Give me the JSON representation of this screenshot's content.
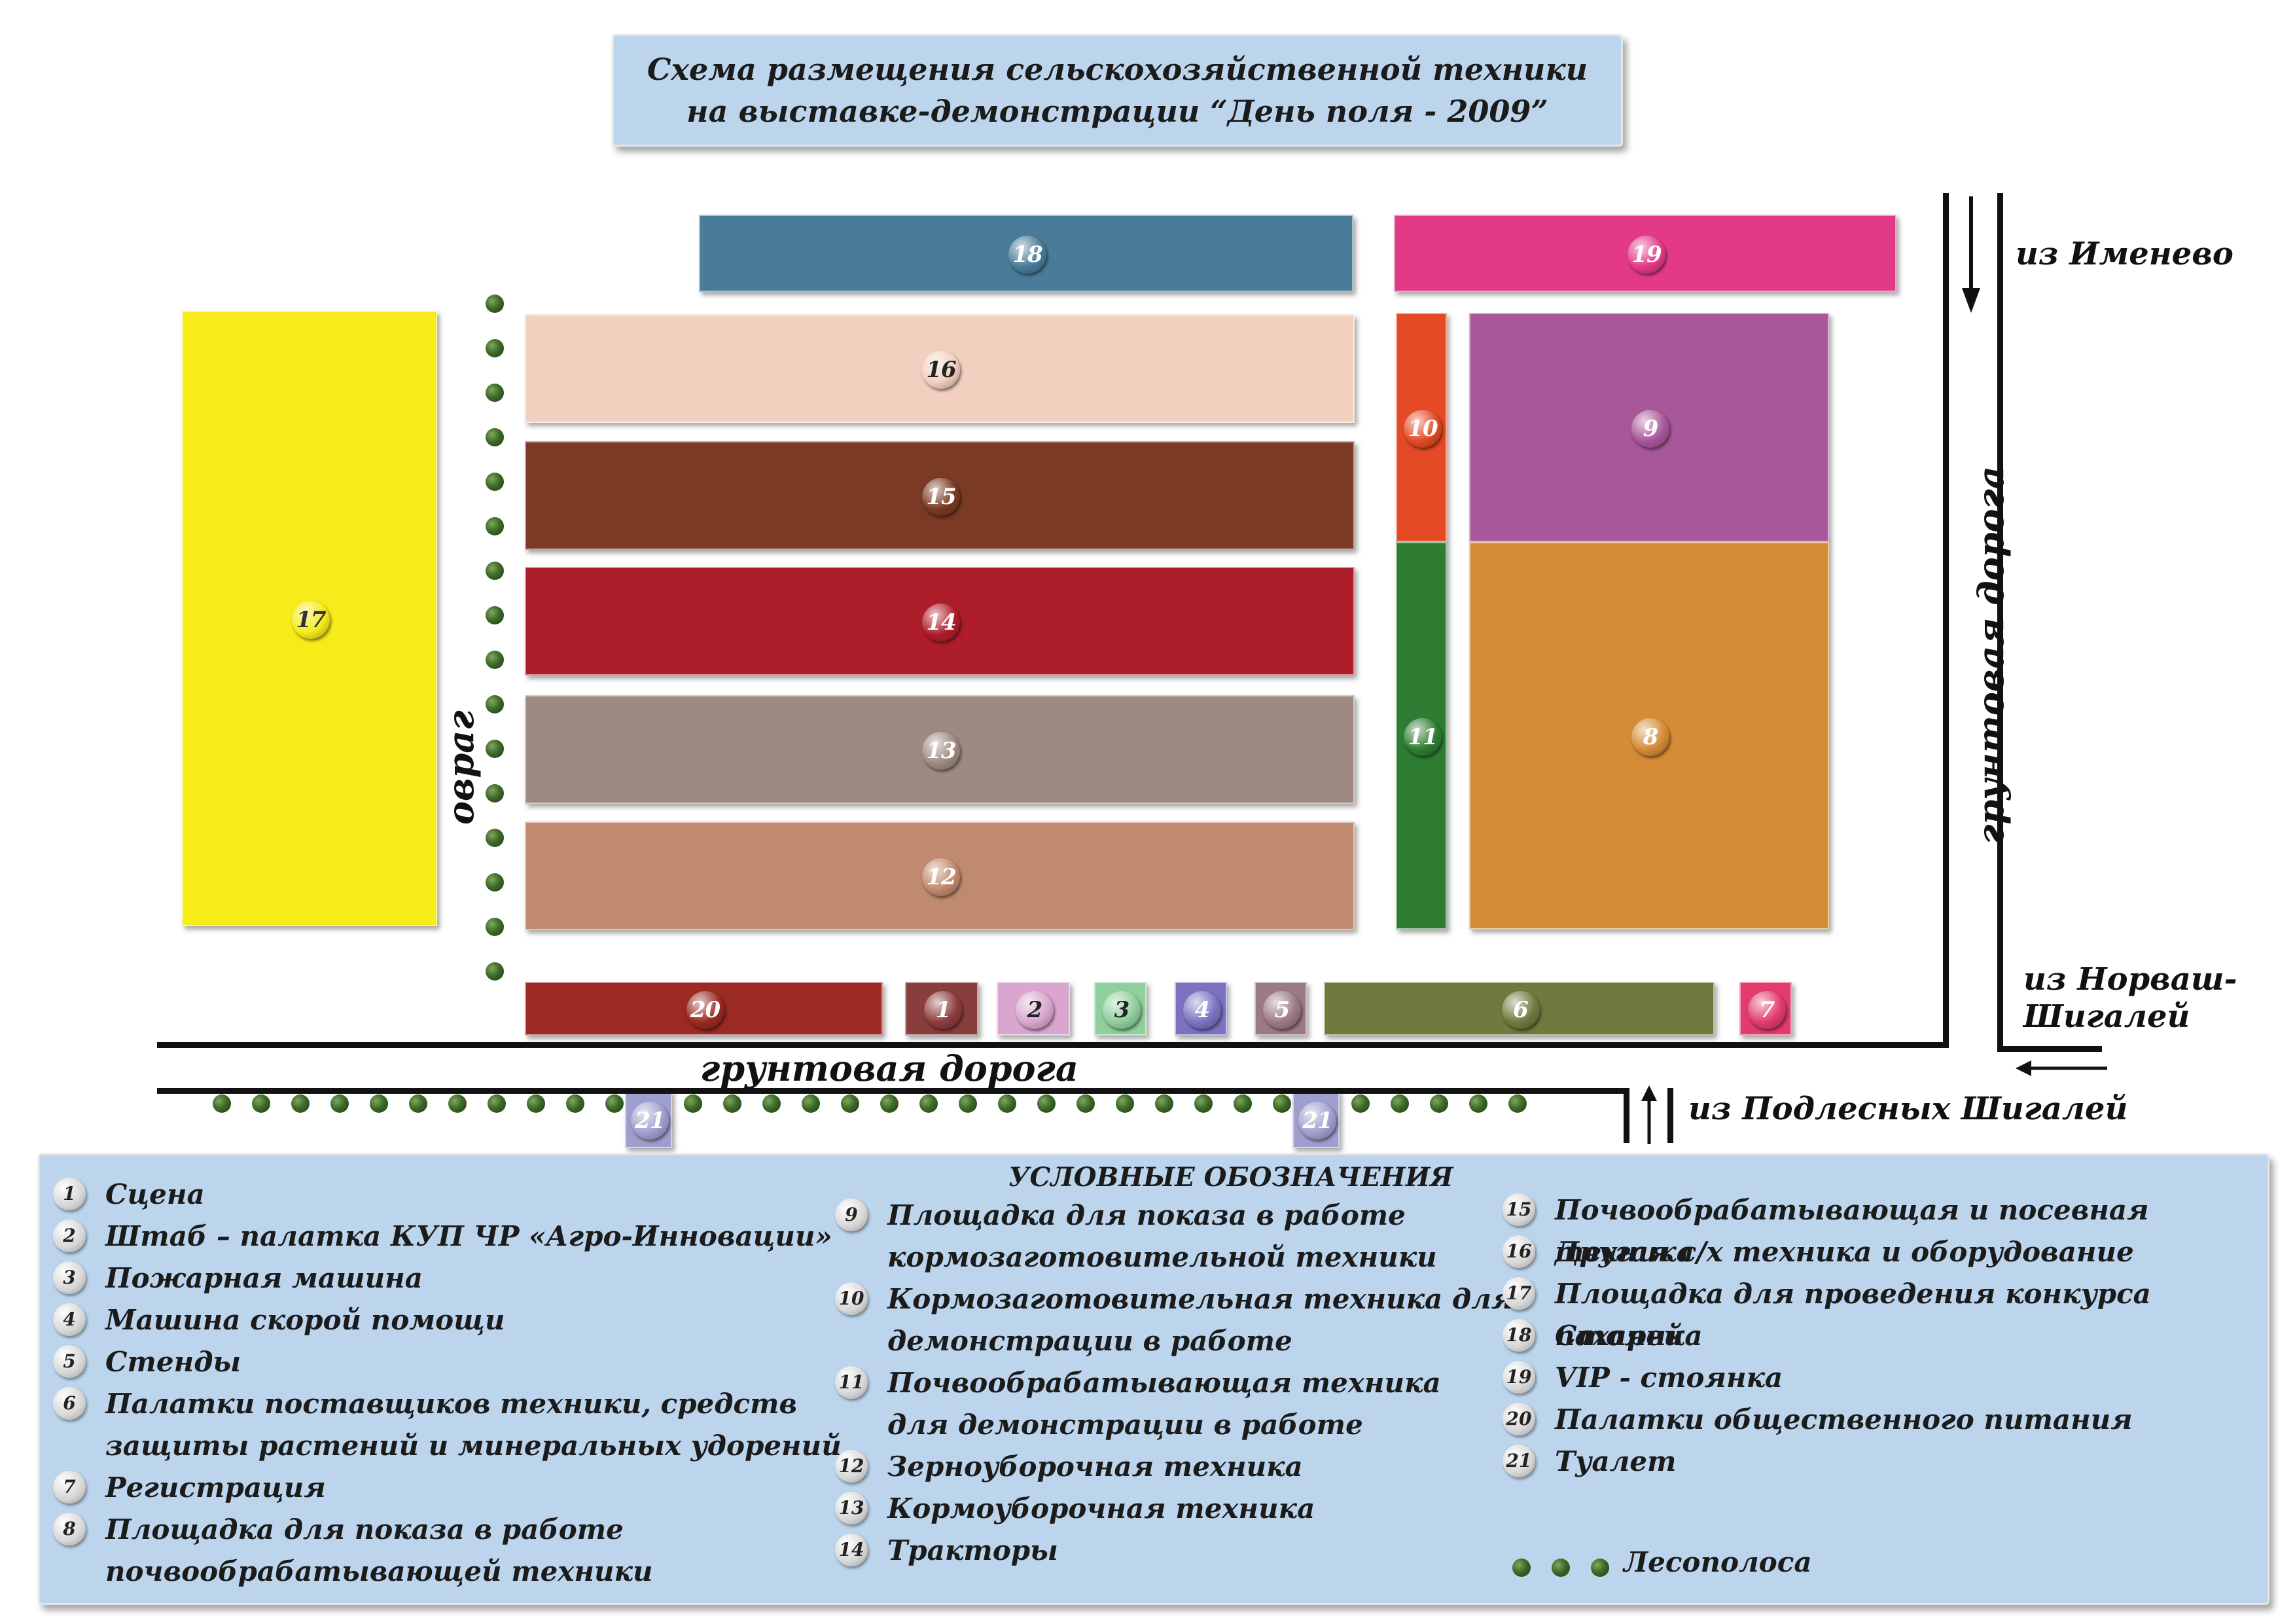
{
  "title": {
    "line1": "Схема размещения сельскохозяйственной техники",
    "line2": "на выставке-демонстрации “День поля - 2009”"
  },
  "zones": [
    {
      "id": "1",
      "color": "#8a3d3d"
    },
    {
      "id": "2",
      "color": "#d9a6cf"
    },
    {
      "id": "3",
      "color": "#8fcf9c"
    },
    {
      "id": "4",
      "color": "#7b73c2"
    },
    {
      "id": "5",
      "color": "#9a7a85"
    },
    {
      "id": "6",
      "color": "#6f7a3e"
    },
    {
      "id": "7",
      "color": "#e23b6e"
    },
    {
      "id": "8",
      "color": "#d48c36"
    },
    {
      "id": "9",
      "color": "#a8579a"
    },
    {
      "id": "10",
      "color": "#e34a25"
    },
    {
      "id": "11",
      "color": "#2e7d32"
    },
    {
      "id": "12",
      "color": "#c08a6e"
    },
    {
      "id": "13",
      "color": "#9e8a80"
    },
    {
      "id": "14",
      "color": "#ae1d2a"
    },
    {
      "id": "15",
      "color": "#7a3a23"
    },
    {
      "id": "16",
      "color": "#f2d0c0"
    },
    {
      "id": "17",
      "color": "#f7eb1a"
    },
    {
      "id": "18",
      "color": "#4a7b99"
    },
    {
      "id": "19",
      "color": "#e33a88"
    },
    {
      "id": "20",
      "color": "#9a2a22"
    },
    {
      "id": "21",
      "color": "#9f9fcf"
    }
  ],
  "map_labels": {
    "ravine": "овраг",
    "dirt_road_bottom": "грунтовая дорога",
    "dirt_road_right": "грунтовая дорога",
    "from_imenevo": "из Именево",
    "from_norvash_line1": "из Норваш-",
    "from_norvash_line2": "Шигалей",
    "from_podlesnye": "из Подлесных Шигалей"
  },
  "legend": {
    "title": "УСЛОВНЫЕ ОБОЗНАЧЕНИЯ",
    "col1": [
      {
        "num": "1",
        "text": "Сцена"
      },
      {
        "num": "2",
        "text": "Штаб – палатка КУП ЧР «Агро-Инновации»"
      },
      {
        "num": "3",
        "text": "Пожарная машина"
      },
      {
        "num": "4",
        "text": "Машина скорой помощи"
      },
      {
        "num": "5",
        "text": "Стенды"
      },
      {
        "num": "6",
        "text": "Палатки поставщиков техники, средств",
        "text2": "защиты растений и минеральных удорений"
      },
      {
        "num": "7",
        "text": "Регистрация"
      },
      {
        "num": "8",
        "text": "Площадка для показа в работе",
        "text2": "почвообрабатывающей техники"
      }
    ],
    "col2": [
      {
        "num": "9",
        "text": "Площадка для показа в работе",
        "text2": "кормозаготовительной техники"
      },
      {
        "num": "10",
        "text": "Кормозаготовительная техника для",
        "text2": "демонстрации в работе"
      },
      {
        "num": "11",
        "text": "Почвообрабатывающая техника",
        "text2": "для демонстрации в работе"
      },
      {
        "num": "12",
        "text": "Зерноуборочная техника"
      },
      {
        "num": "13",
        "text": "Кормоуборочная техника"
      },
      {
        "num": "14",
        "text": "Тракторы"
      }
    ],
    "col3": [
      {
        "num": "15",
        "text": "Почвообрабатывающая и посевная техника"
      },
      {
        "num": "16",
        "text": "Другая с/х техника и оборудование"
      },
      {
        "num": "17",
        "text": "Площадка для проведения конкурса пахарей"
      },
      {
        "num": "18",
        "text": "Стоянка"
      },
      {
        "num": "19",
        "text": "VIP - стоянка"
      },
      {
        "num": "20",
        "text": "Палатки общественного питания"
      },
      {
        "num": "21",
        "text": "Туалет"
      }
    ],
    "forest_label": "Лесополоса"
  }
}
